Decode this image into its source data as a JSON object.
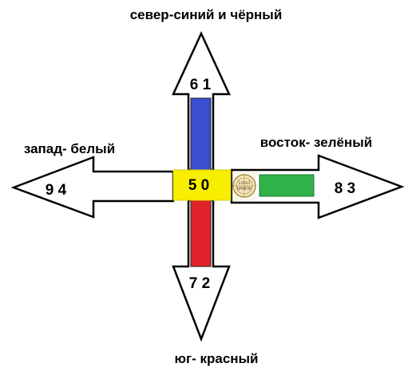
{
  "directions": {
    "north": {
      "label": "север-синий и чёрный",
      "number": "6 1",
      "color": "#3a4fd0"
    },
    "west": {
      "label": "запад- белый",
      "number": "9 4",
      "color": "#ffffff"
    },
    "east": {
      "label": "восток- зелёный",
      "number": "8 3",
      "color": "#2fb24a"
    },
    "south": {
      "label": "юг- красный",
      "number": "7 2",
      "color": "#e0232a"
    }
  },
  "center": {
    "number": "5 0",
    "color": "#f7ee00"
  },
  "logo": {
    "line1": "LOGO",
    "line2": "SHWOK"
  }
}
